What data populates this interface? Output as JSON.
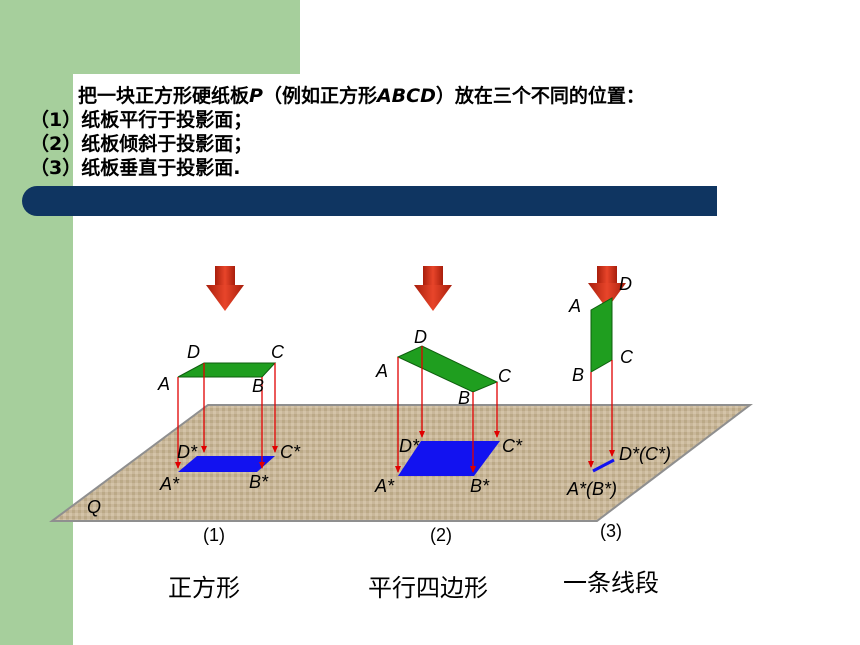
{
  "intro": {
    "line0_a": "把一块正方形硬纸板",
    "line0_p": "P",
    "line0_b": "（例如正方形",
    "line0_abcd": "ABCD",
    "line0_c": "）放在三个不同的位置：",
    "line1": "（1）纸板平行于投影面；",
    "line2": "（2）纸板倾斜于投影面；",
    "line3": "（3）纸板垂直于投影面."
  },
  "plane": {
    "label": "Q"
  },
  "figures": [
    {
      "number": "(1)",
      "caption": "正方形",
      "labels": {
        "A": "A",
        "B": "B",
        "C": "C",
        "D": "D",
        "Ap": "A*",
        "Bp": "B*",
        "Cp": "C*",
        "Dp": "D*"
      }
    },
    {
      "number": "(2)",
      "caption": "平行四边形",
      "labels": {
        "A": "A",
        "B": "B",
        "C": "C",
        "D": "D",
        "Ap": "A*",
        "Bp": "B*",
        "Cp": "C*",
        "Dp": "D*"
      }
    },
    {
      "number": "(3)",
      "caption": "一条线段",
      "labels": {
        "A": "A",
        "B": "B",
        "C": "C",
        "D": "D",
        "ApBp": "A*(B*)",
        "DpCp": "D*(C*)"
      }
    }
  ],
  "colors": {
    "background_band": "#a6cf9c",
    "header_bar": "#0f3561",
    "plane_fill": "#c9b79a",
    "plane_stroke": "#8f8f8f",
    "cardboard": "#1f9e1f",
    "projection": "#1212f0",
    "projector_line": "#e00000",
    "arrow": "#d33016"
  }
}
